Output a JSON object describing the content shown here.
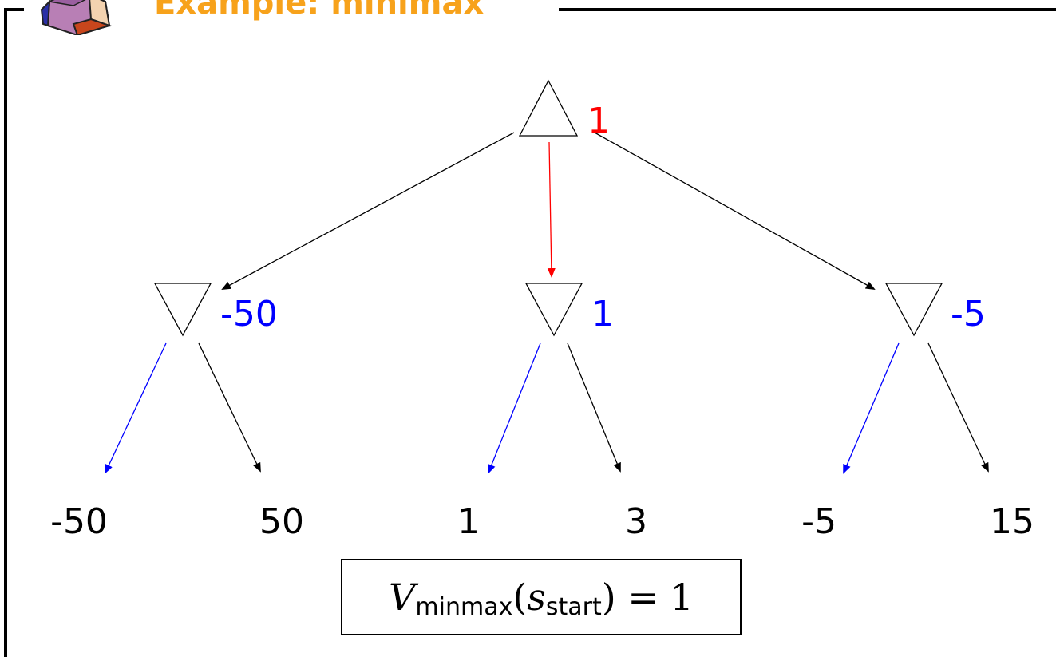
{
  "slide": {
    "title": "Example: minimax"
  },
  "logo": {
    "icon": "dodecahedron-logo-icon"
  },
  "colors": {
    "title": "#f7a21b",
    "max_value": "#ff0000",
    "min_value": "#0000ff",
    "leaf": "#000000",
    "edge": "#000000"
  },
  "tree": {
    "root": {
      "kind": "max",
      "value": "1"
    },
    "min_nodes": [
      {
        "kind": "min",
        "value": "-50"
      },
      {
        "kind": "min",
        "value": "1"
      },
      {
        "kind": "min",
        "value": "-5"
      }
    ],
    "leaves": [
      "-50",
      "50",
      "1",
      "3",
      "-5",
      "15"
    ],
    "root_chosen_child": 1,
    "min_chosen_leaf": [
      0,
      0,
      0
    ]
  },
  "formula": {
    "V": "V",
    "subscript": "minmax",
    "open": "(",
    "s": "s",
    "s_subscript": "start",
    "close": ")",
    "equals": "=",
    "value": "1"
  }
}
